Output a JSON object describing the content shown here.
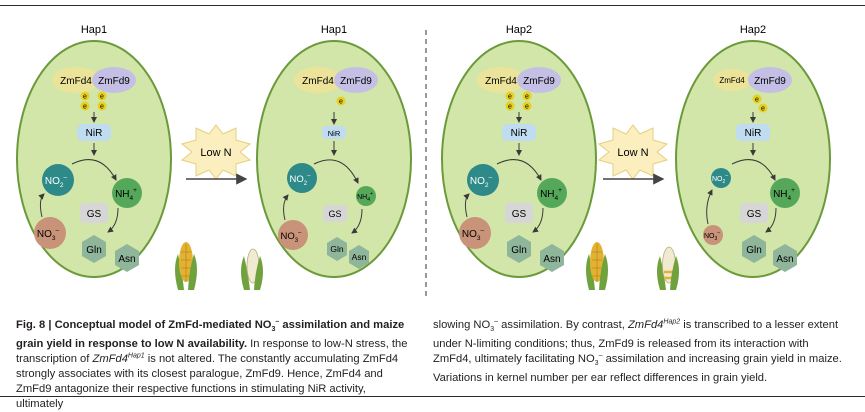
{
  "panels": [
    {
      "hap": "Hap1",
      "zmfd4": "ZmFd4",
      "zmfd9": "ZmFd9",
      "e": "e",
      "nir": "NiR",
      "no2": "NO",
      "no2_sub": "2",
      "no2_sup": "–",
      "nh4": "NH",
      "nh4_sub": "4",
      "nh4_sup": "+",
      "gs": "GS",
      "no3": "NO",
      "no3_sub": "3",
      "no3_sup": "–",
      "gln": "Gln",
      "asn": "Asn"
    },
    {
      "hap": "Hap1",
      "zmfd4": "ZmFd4",
      "zmfd9": "ZmFd9",
      "e": "e",
      "nir": "NiR",
      "no2": "NO",
      "no2_sub": "2",
      "no2_sup": "–",
      "nh4": "NH",
      "nh4_sub": "4",
      "nh4_sup": "+",
      "gs": "GS",
      "no3": "NO",
      "no3_sub": "3",
      "no3_sup": "–",
      "gln": "Gln",
      "asn": "Asn"
    },
    {
      "hap": "Hap2",
      "zmfd4": "ZmFd4",
      "zmfd9": "ZmFd9",
      "e": "e",
      "nir": "NiR",
      "no2": "NO",
      "no2_sub": "2",
      "no2_sup": "–",
      "nh4": "NH",
      "nh4_sub": "4",
      "nh4_sup": "+",
      "gs": "GS",
      "no3": "NO",
      "no3_sub": "3",
      "no3_sup": "–",
      "gln": "Gln",
      "asn": "Asn"
    },
    {
      "hap": "Hap2",
      "zmfd4": "ZmFd4",
      "zmfd9": "ZmFd9",
      "e": "e",
      "nir": "NiR",
      "no2": "NO",
      "no2_sub": "2",
      "no2_sup": "–",
      "nh4": "NH",
      "nh4_sub": "4",
      "nh4_sup": "+",
      "gs": "GS",
      "no3": "NO",
      "no3_sub": "3",
      "no3_sup": "–",
      "gln": "Gln",
      "asn": "Asn"
    }
  ],
  "stimulus": [
    "Low N",
    "Low N"
  ],
  "colors": {
    "cell_fill": "#d2e6a9",
    "cell_stroke": "#6a9a3a",
    "zmfd4": "#ece39a",
    "zmfd9": "#c4bfe4",
    "electron": "#e8d020",
    "nir": "#bfdcf0",
    "no2": "#2e8a88",
    "nh4": "#55a85a",
    "gs": "#d6d6d6",
    "no3": "#c9937a",
    "gln_asn": "#8fb59a",
    "low_n_star": "#fbefc0"
  },
  "caption": {
    "fig_label": "Fig. 8 | ",
    "title_a": "Conceptual model of ZmFd-mediated NO",
    "title_sub": "3",
    "title_sup": "–",
    "title_b": " assimilation and maize grain yield in response to low N availability.",
    "left_a": " In response to low-N stress, the transcription of ",
    "gene1": "ZmFd4",
    "gene1_sup": "Hap1",
    "left_b": " is not altered. The constantly accumulating ZmFd4 strongly associates with its closest paralogue, ZmFd9. Hence, ZmFd4 and ZmFd9 antagonize their respective functions in stimulating NiR activity, ultimately",
    "right_a": "slowing NO",
    "right_sub": "3",
    "right_sup": "–",
    "right_b": " assimilation. By contrast, ",
    "gene2": "ZmFd4",
    "gene2_sup": "Hap2",
    "right_c": " is transcribed to a lesser extent under N-limiting conditions; thus, ZmFd9 is released from its interaction with ZmFd4, ultimately facilitating NO",
    "right_sub2": "3",
    "right_sup2": "–",
    "right_d": " assimilation and increasing grain yield in maize. Variations in kernel number per ear reflect differences in grain yield."
  }
}
